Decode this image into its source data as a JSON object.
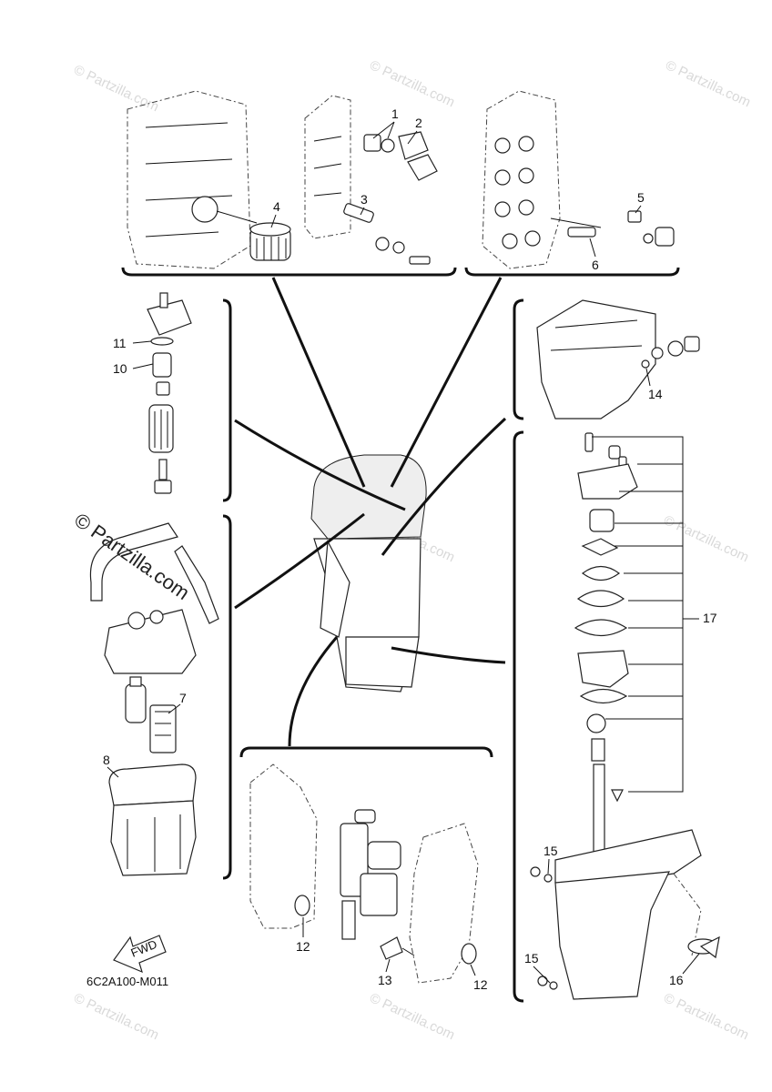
{
  "diagram": {
    "code": "6C2A100-M011",
    "fwd_label": "FWD",
    "watermark": "© Partzilla.com",
    "callouts": {
      "c1": "1",
      "c2": "2",
      "c3": "3",
      "c4": "4",
      "c5": "5",
      "c6": "6",
      "c7": "7",
      "c8": "8",
      "c10": "10",
      "c11": "11",
      "c12a": "12",
      "c12b": "12",
      "c13": "13",
      "c14": "14",
      "c15a": "15",
      "c15b": "15",
      "c16": "16",
      "c17": "17"
    }
  }
}
